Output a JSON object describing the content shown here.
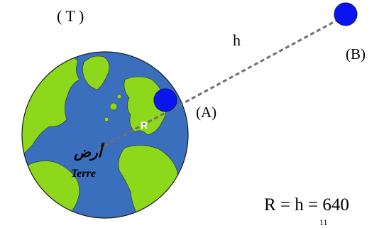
{
  "labels": {
    "earth_tag": "( T )",
    "altitude": "h",
    "point_b": "(B)",
    "point_a": "(A)",
    "radius": "R",
    "earth_arabic": "أرض",
    "earth_french": "Terre"
  },
  "formula": {
    "line1": "R = h = 640",
    "line2": "11"
  },
  "colors": {
    "ocean": "#3a6fbe",
    "land": "#8ed81c",
    "satellite": "#0a14ee",
    "dashed_line": "#707070"
  }
}
